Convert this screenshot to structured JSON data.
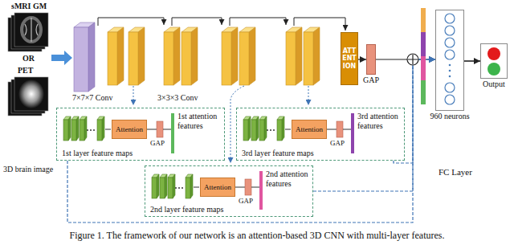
{
  "diagram": {
    "caption": "Figure 1. The framework of our network is an attention-based 3D CNN with multi-layer features.",
    "nodes": [
      {
        "text": [
          "ATTENTION"
        ]
      },
      {
        "text": [
          "GAP"
        ]
      },
      {
        "text": [
          "960 neurons"
        ]
      },
      {
        "text": [
          "Output"
        ]
      },
      {
        "text": [
          "1st layer feature maps",
          "GAP",
          "1st attention features"
        ]
      },
      {
        "text": [
          "Attention"
        ],
        "in": 4
      },
      {
        "text": [
          "3rd layer feature maps",
          "GAP",
          "3rd attention features"
        ]
      },
      {
        "text": [
          "Attention"
        ],
        "in": 6
      },
      {
        "text": [
          "2nd layer feature maps",
          "GAP",
          "2nd attention features"
        ]
      },
      {
        "text": [
          "Attention"
        ],
        "in": 8
      }
    ],
    "edges": [
      {
        "from": 0,
        "to": 1,
        "arrow": "to"
      },
      {
        "from": 1,
        "to": 2,
        "arrow": "to"
      },
      {
        "from": 4,
        "to": 2,
        "arrow": "to"
      },
      {
        "from": 6,
        "to": 2,
        "arrow": "to"
      },
      {
        "from": 8,
        "to": 2,
        "arrow": "to"
      },
      {
        "from": 2,
        "to": 3,
        "arrow": "to"
      }
    ],
    "labels": [
      "sMRI GM",
      "OR",
      "PET",
      "3D brain image",
      "7×7×7 Conv",
      "3×3×3 Conv",
      "FC Layer"
    ]
  }
}
